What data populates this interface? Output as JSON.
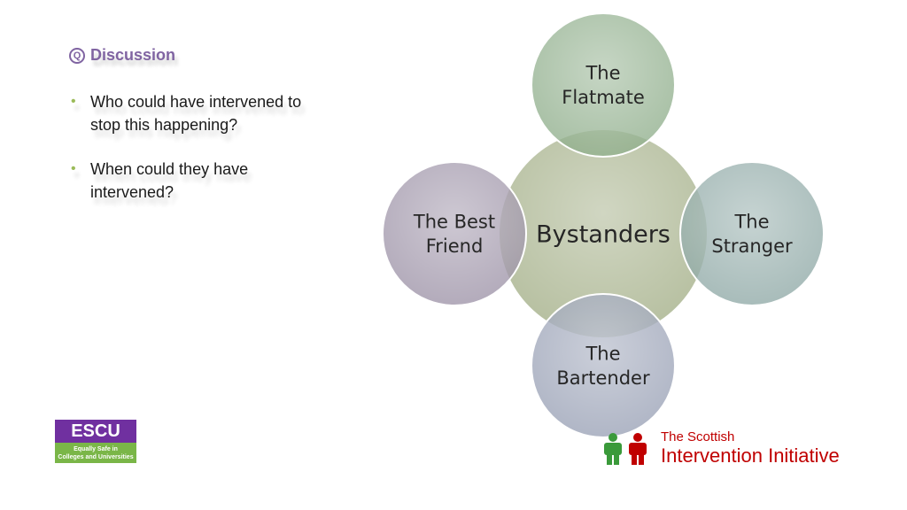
{
  "heading": {
    "icon": "question-icon",
    "icon_glyph": "Q",
    "title": "Discussion"
  },
  "bullets": [
    "Who could have intervened to stop this happening?",
    "When could they have intervened?"
  ],
  "diagram": {
    "center": {
      "lines": [
        "Bystanders"
      ],
      "color": "#a3ae86"
    },
    "nodes": [
      {
        "id": "top",
        "lines": [
          "The",
          "Flatmate"
        ],
        "color": "#8fae8c"
      },
      {
        "id": "left",
        "lines": [
          "The Best",
          "Friend"
        ],
        "color": "#9e93a8"
      },
      {
        "id": "right",
        "lines": [
          "The",
          "Stranger"
        ],
        "color": "#8fa9a6"
      },
      {
        "id": "bottom",
        "lines": [
          "The",
          "Bartender"
        ],
        "color": "#9aa2b6"
      }
    ]
  },
  "logos": {
    "escu": {
      "title": "ESCU",
      "line1": "Equally Safe in",
      "line2": "Colleges and Universities",
      "purple": "#7030a0",
      "green": "#7ab648"
    },
    "sii": {
      "line1": "The Scottish",
      "line2": "Intervention Initiative",
      "red": "#c00000",
      "green": "#3a9a3a"
    }
  }
}
